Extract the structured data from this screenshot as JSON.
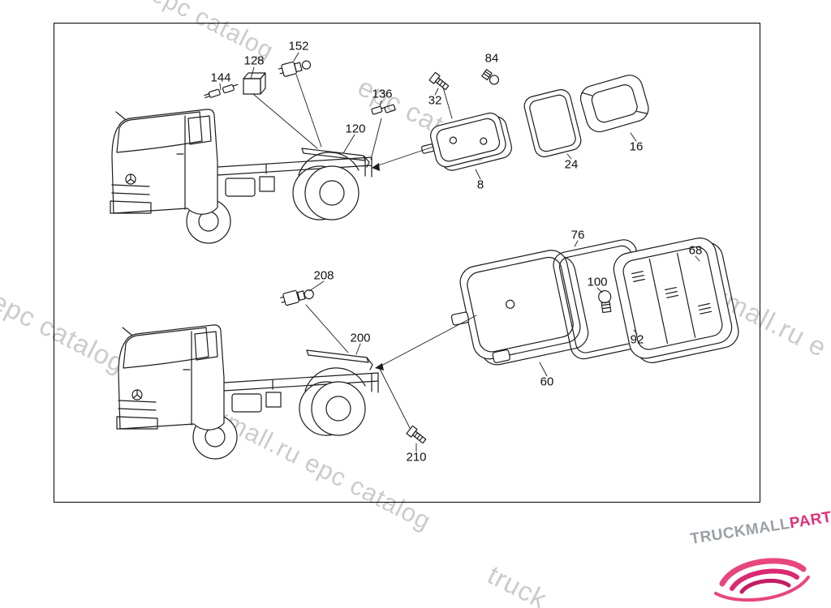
{
  "diagram": {
    "callouts": [
      {
        "label": "144"
      },
      {
        "label": "128"
      },
      {
        "label": "152"
      },
      {
        "label": "136"
      },
      {
        "label": "120"
      },
      {
        "label": "32"
      },
      {
        "label": "84"
      },
      {
        "label": "8"
      },
      {
        "label": "24"
      },
      {
        "label": "16"
      },
      {
        "label": "208"
      },
      {
        "label": "200"
      },
      {
        "label": "210"
      },
      {
        "label": "60"
      },
      {
        "label": "76"
      },
      {
        "label": "100"
      },
      {
        "label": "92"
      },
      {
        "label": "68"
      }
    ]
  },
  "watermarks": [
    {
      "text": "epc catalog"
    },
    {
      "text": "epc catalog"
    },
    {
      "text": "truckmall.ru e"
    },
    {
      "text": "l epc catalog"
    },
    {
      "text": "truckmall.ru epc catalog"
    },
    {
      "text": "truck"
    }
  ],
  "logo": {
    "primary": "TRUCKMALL",
    "accent": "PARTS"
  },
  "colors": {
    "watermark": "#c6c6c6",
    "line": "#1c1c1c",
    "logo-gray": "#9aa0a6",
    "accent": "#e0317a"
  }
}
